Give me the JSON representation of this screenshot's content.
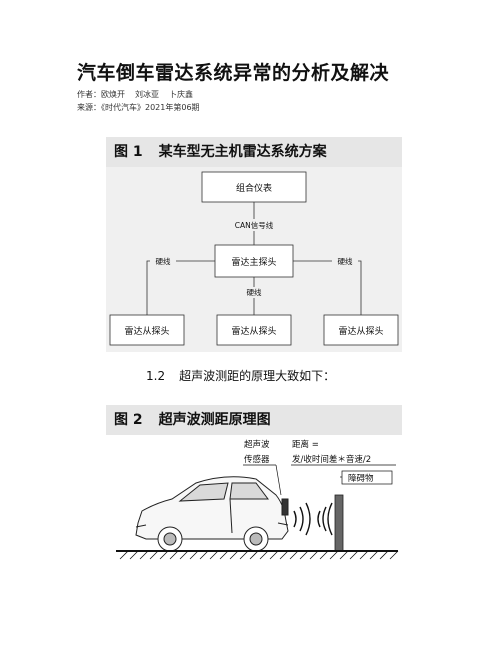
{
  "article": {
    "title": "汽车倒车雷达系统异常的分析及解决",
    "author_label": "作者：",
    "authors": [
      "欧焕开",
      "刘冰亚",
      "卜庆鑫"
    ],
    "source_label": "来源：",
    "source": "《时代汽车》2021年第06期"
  },
  "figure1": {
    "number": "图 1",
    "title": "某车型无主机雷达系统方案",
    "nodes": {
      "top": "组合仪表",
      "main": "雷达主探头",
      "left": "雷达从探头",
      "center": "雷达从探头",
      "right": "雷达从探头"
    },
    "edges": {
      "can": "CAN信号线",
      "left": "硬线",
      "right": "硬线",
      "center": "硬线"
    }
  },
  "section": {
    "number": "1.2",
    "text": "超声波测距的原理大致如下："
  },
  "figure2": {
    "number": "图 2",
    "title": "超声波测距原理图",
    "sensor_label_1": "超声波",
    "sensor_label_2": "传感器",
    "formula_1": "距离 =",
    "formula_2": "发/收时间差＊音速/2",
    "obstacle": "障碍物"
  }
}
